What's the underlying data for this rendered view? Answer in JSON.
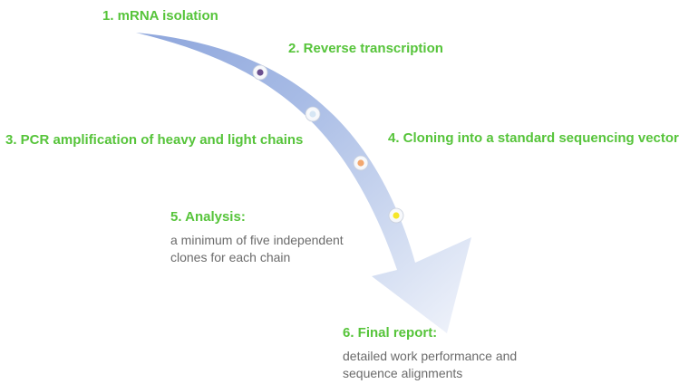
{
  "colors": {
    "step_title": "#56c43a",
    "description": "#6b6b6b",
    "arrow_dark": "#8ea6dc",
    "arrow_light": "#eef2fb",
    "dot_1": "#6a4f8e",
    "dot_2": "#d6e6f4",
    "dot_3": "#f2a76f",
    "dot_4": "#f5e62a"
  },
  "steps": [
    {
      "title": "1. mRNA isolation"
    },
    {
      "title": "2. Reverse transcription"
    },
    {
      "title": "3. PCR amplification of heavy and light chains"
    },
    {
      "title": "4. Cloning into a standard sequencing vector"
    },
    {
      "title": "5. Analysis:",
      "description": [
        "a minimum of five independent",
        "clones for each chain"
      ]
    },
    {
      "title": "6. Final report:",
      "description": [
        "detailed work performance and",
        "sequence alignments"
      ]
    }
  ],
  "arrow": {
    "icon": "curved-arrow-icon",
    "markers": [
      "dot-1",
      "dot-2",
      "dot-3",
      "dot-4"
    ]
  }
}
